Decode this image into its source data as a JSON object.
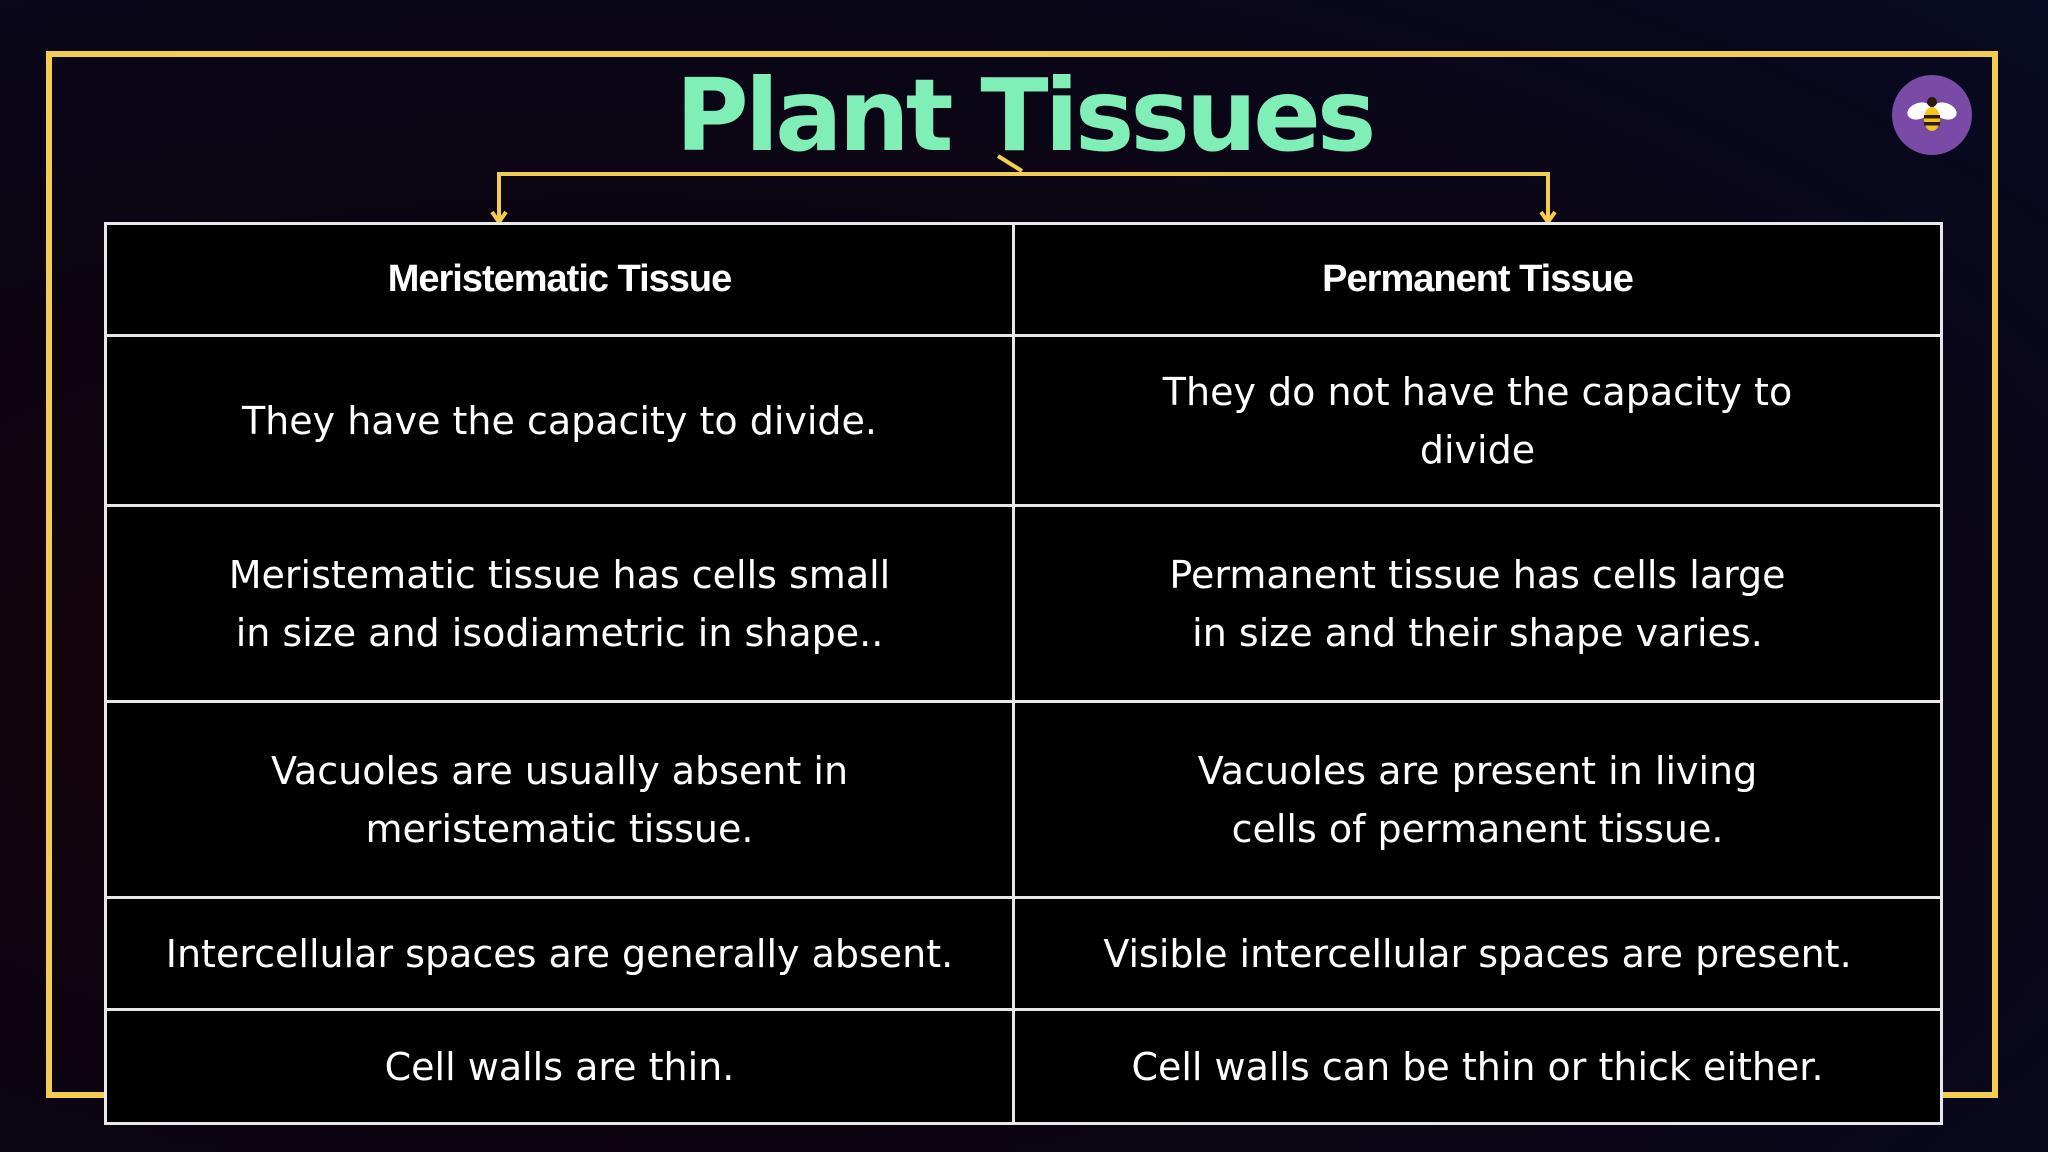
{
  "title": "Plant Tissues",
  "colors": {
    "title": "#7fefb7",
    "frame": "#f3cd4f",
    "table_bg": "#000000",
    "logo_bg": "#7a4ba6"
  },
  "logo_icon": "bee-icon",
  "table": {
    "headers": [
      "Meristematic Tissue",
      "Permanent Tissue"
    ],
    "rows": [
      [
        "They have the capacity to divide.",
        "They do not have the capacity to divide"
      ],
      [
        "Meristematic tissue has cells small in size and isodiametric in shape..",
        "Permanent tissue has cells large in size and their shape varies."
      ],
      [
        "Vacuoles are usually absent in meristematic tissue.",
        "Vacuoles are present in living cells of permanent tissue."
      ],
      [
        "Intercellular spaces are generally absent.",
        "Visible intercellular spaces are present."
      ],
      [
        "Cell walls are thin.",
        "Cell walls can be thin or thick either."
      ]
    ]
  }
}
